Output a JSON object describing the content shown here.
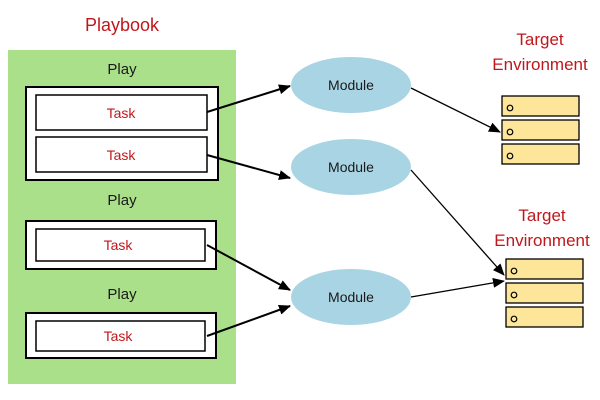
{
  "playbook": {
    "title": "Playbook"
  },
  "plays": [
    {
      "label": "Play",
      "tasks": [
        "Task",
        "Task"
      ]
    },
    {
      "label": "Play",
      "tasks": [
        "Task"
      ]
    },
    {
      "label": "Play",
      "tasks": [
        "Task"
      ]
    }
  ],
  "modules": [
    "Module",
    "Module",
    "Module"
  ],
  "targets": [
    {
      "line1": "Target",
      "line2": "Environment"
    },
    {
      "line1": "Target",
      "line2": "Environment"
    }
  ],
  "colors": {
    "playbook_bg": "#abe08a",
    "module_fill": "#a9d4e4",
    "server_fill": "#fde59a",
    "title_red": "#c0171c",
    "task_red": "#c0171c"
  }
}
